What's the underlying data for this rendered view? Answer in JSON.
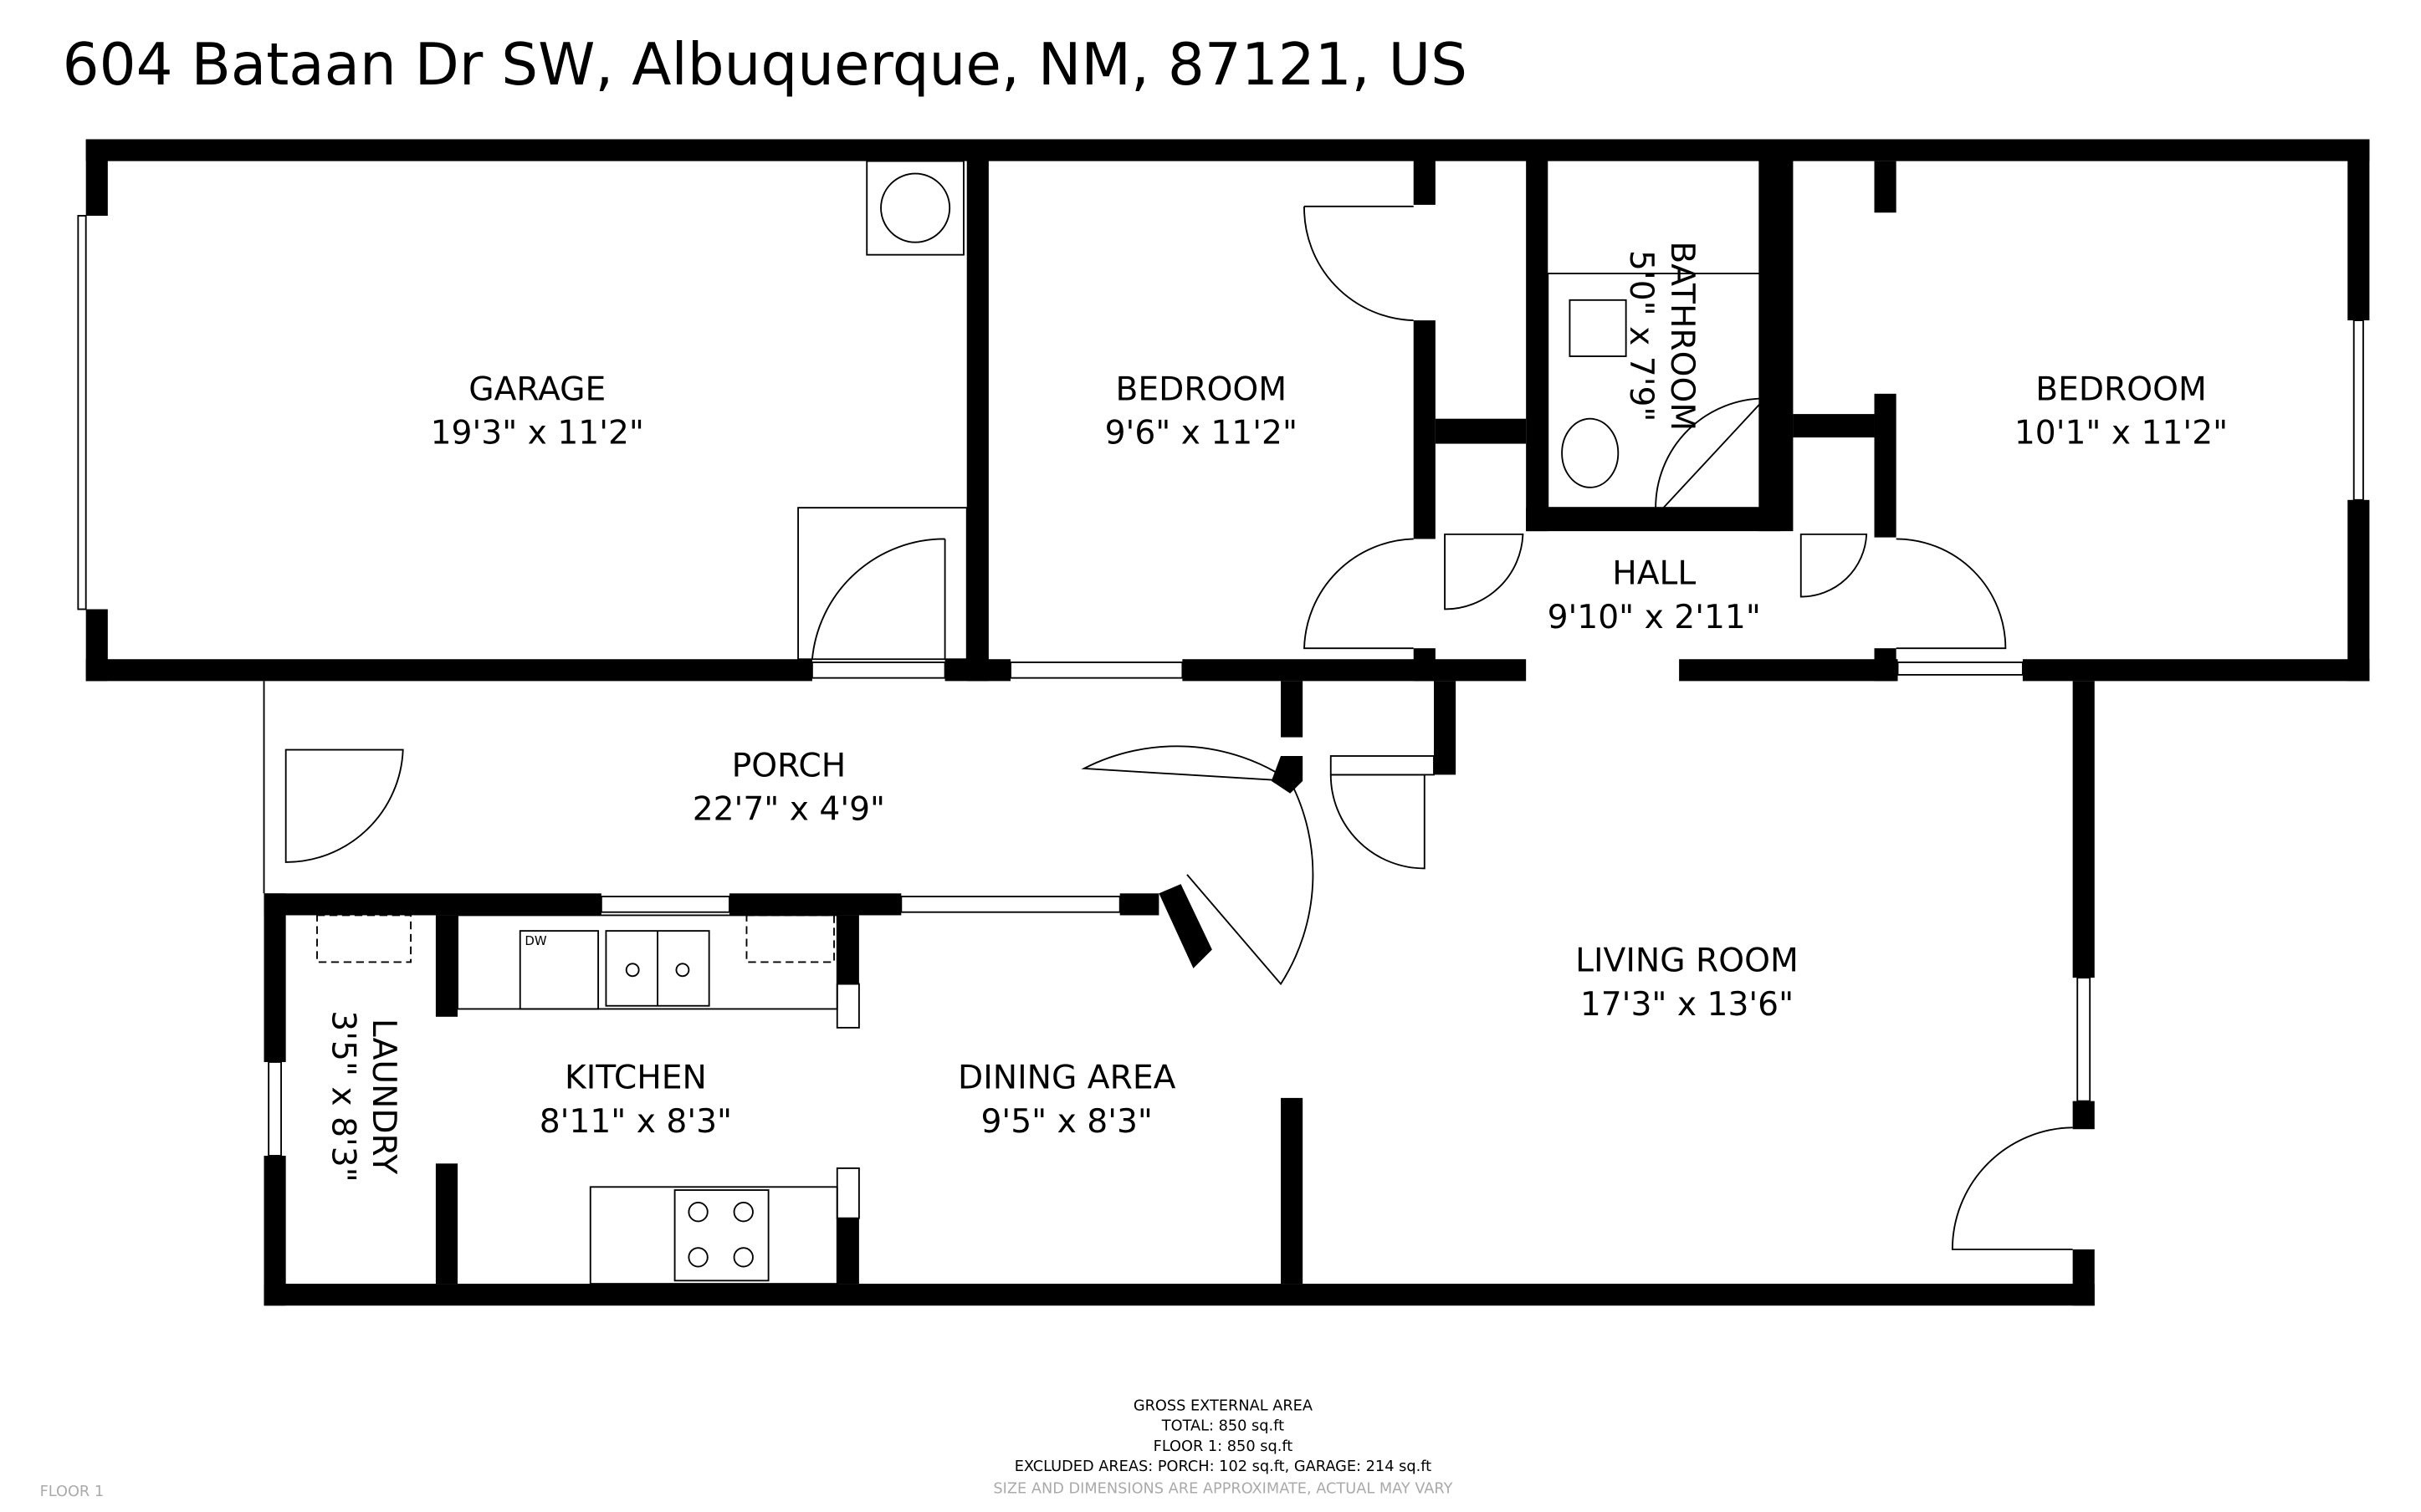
{
  "title": "604 Bataan Dr SW, Albuquerque, NM, 87121, US",
  "rooms": {
    "garage": {
      "name": "GARAGE",
      "size": "19'3\" x 11'2\""
    },
    "bedroom1": {
      "name": "BEDROOM",
      "size": "9'6\" x 11'2\""
    },
    "bathroom": {
      "name": "BATHROOM",
      "size": "5'0\" x 7'9\""
    },
    "bedroom2": {
      "name": "BEDROOM",
      "size": "10'1\" x 11'2\""
    },
    "hall": {
      "name": "HALL",
      "size": "9'10\" x 2'11\""
    },
    "porch": {
      "name": "PORCH",
      "size": "22'7\" x 4'9\""
    },
    "living": {
      "name": "LIVING ROOM",
      "size": "17'3\" x 13'6\""
    },
    "kitchen": {
      "name": "KITCHEN",
      "size": "8'11\" x 8'3\""
    },
    "dining": {
      "name": "DINING AREA",
      "size": "9'5\" x 8'3\""
    },
    "laundry": {
      "name": "LAUNDRY",
      "size": "3'5\" x 8'3\""
    }
  },
  "fixtures": {
    "dishwasher": "DW"
  },
  "area_summary": {
    "heading": "GROSS EXTERNAL AREA",
    "total": "TOTAL: 850 sq.ft",
    "floor1": "FLOOR 1: 850 sq.ft",
    "excluded": "EXCLUDED AREAS: PORCH: 102 sq.ft, GARAGE: 214 sq.ft",
    "disclaimer": "SIZE AND DIMENSIONS ARE APPROXIMATE, ACTUAL MAY VARY"
  },
  "floor_label": "FLOOR 1"
}
